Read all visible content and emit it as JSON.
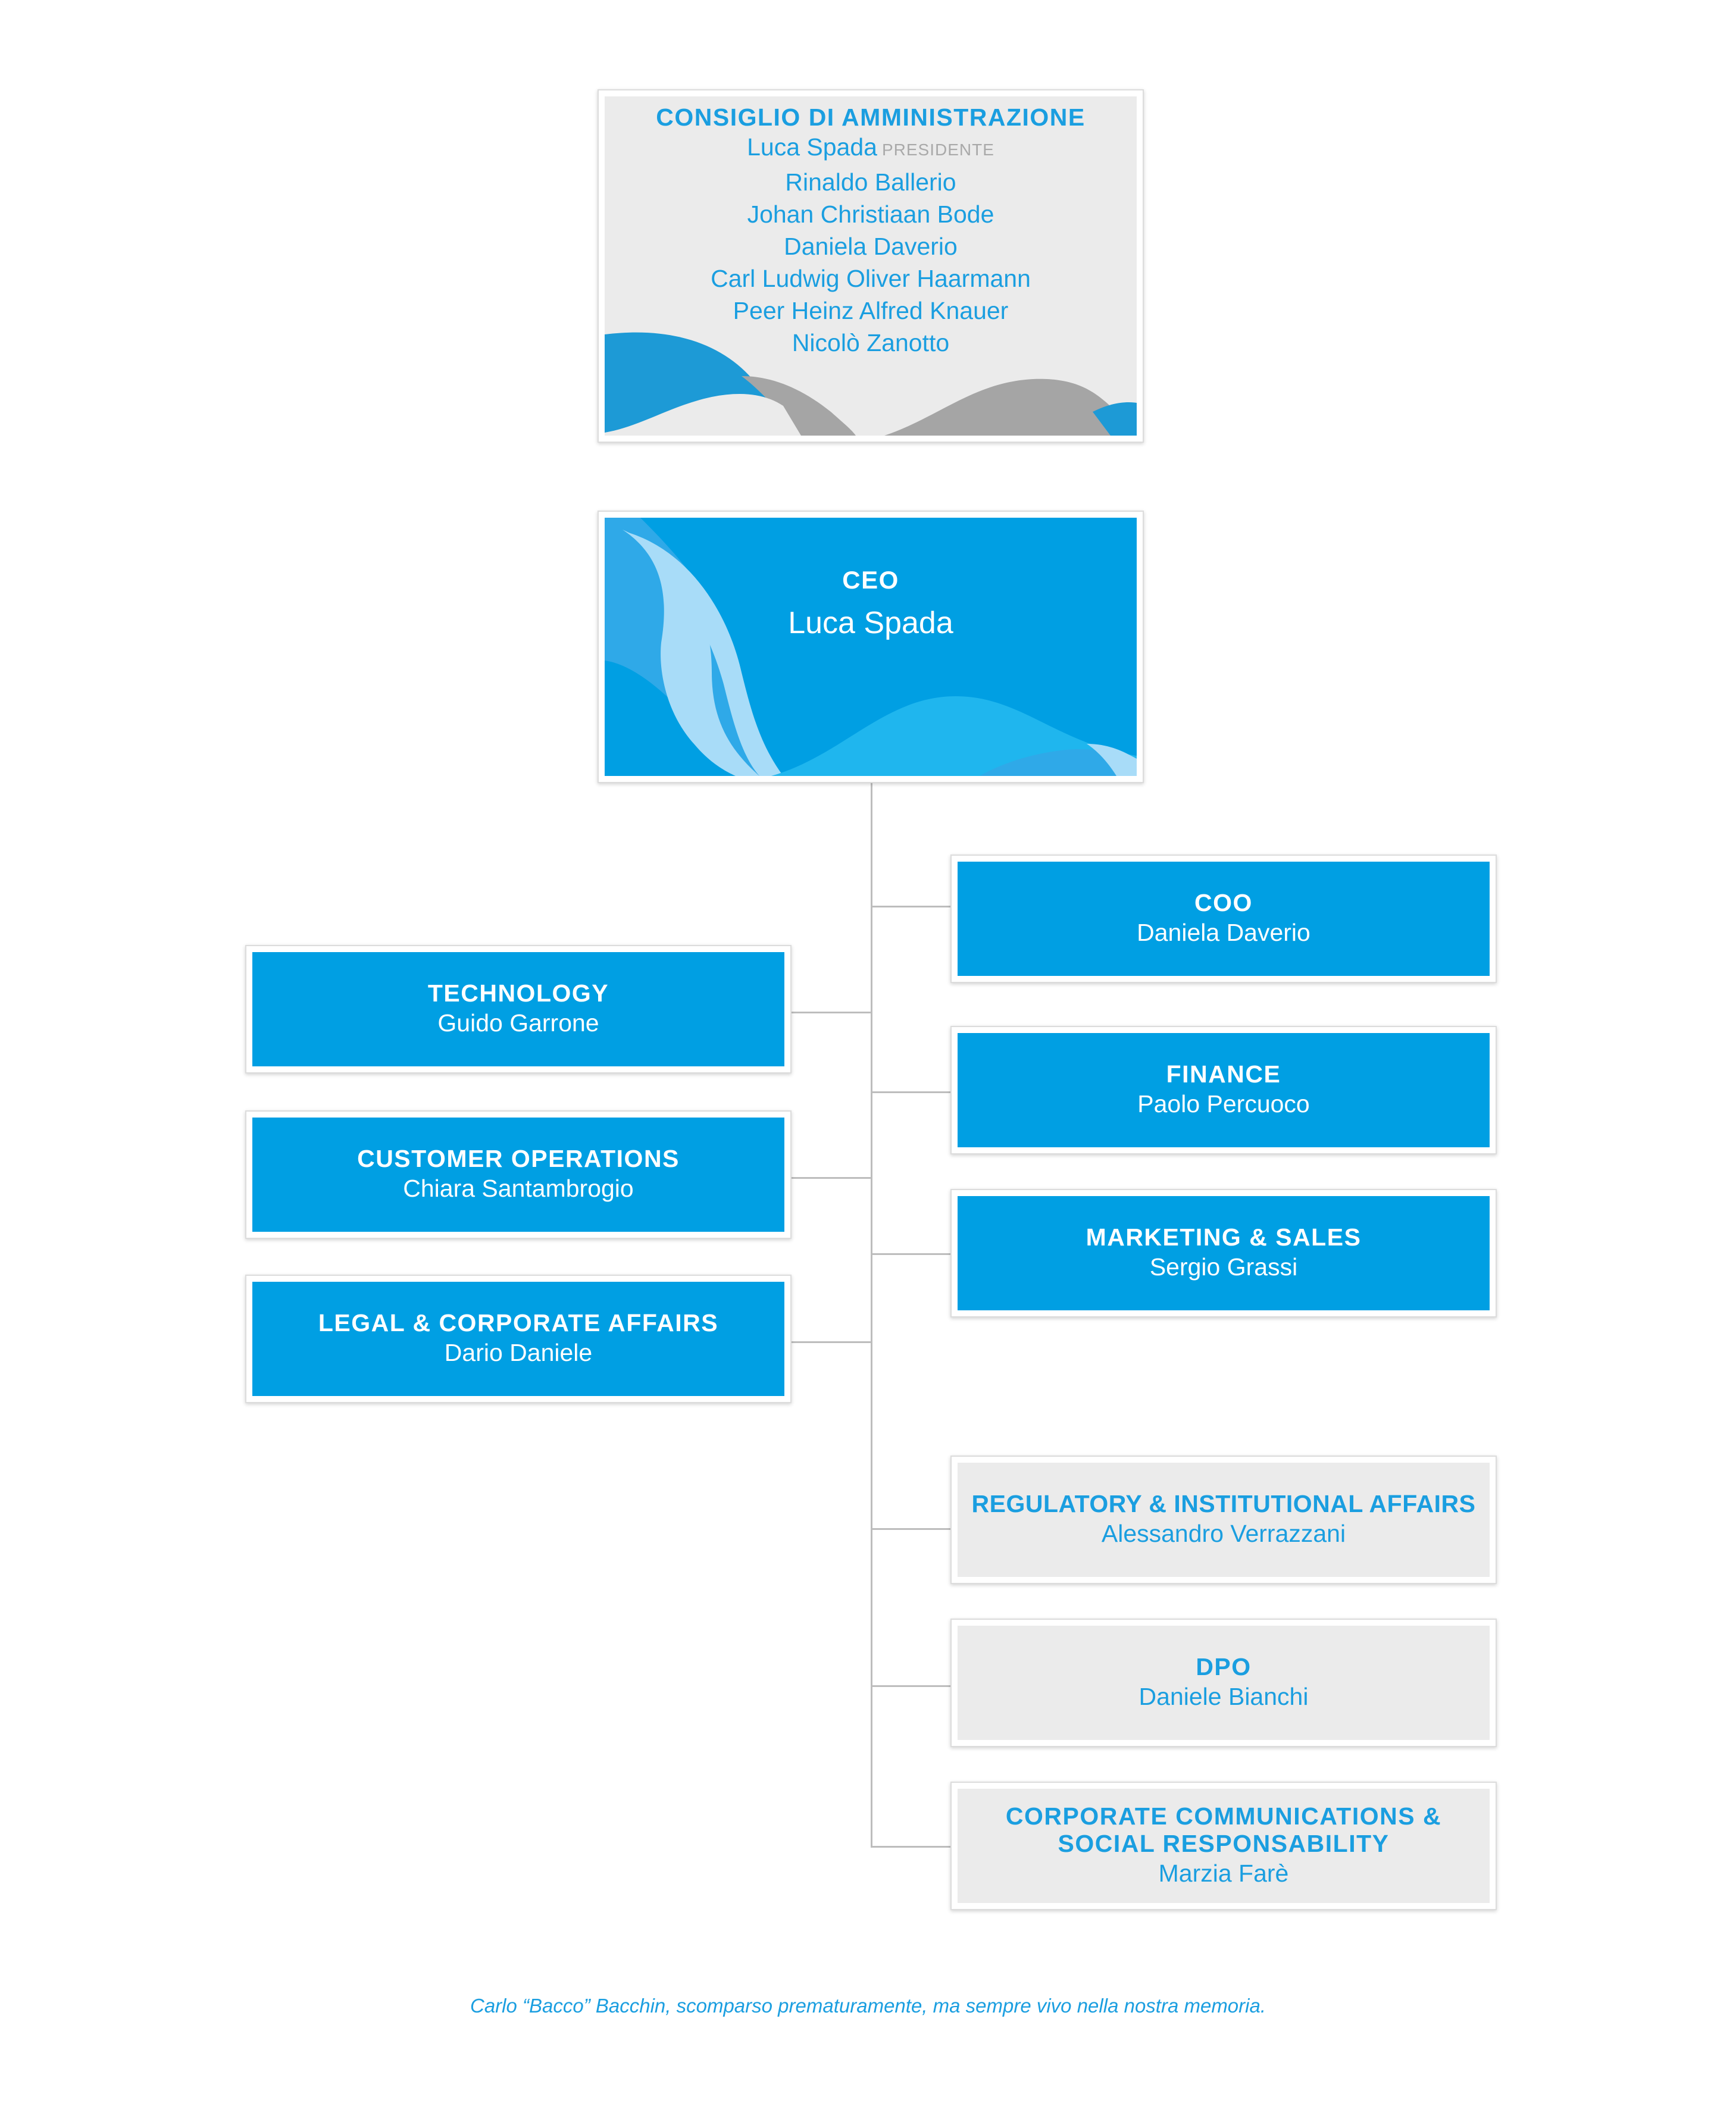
{
  "board": {
    "title": "CONSIGLIO DI  AMMINISTRAZIONE",
    "president": "Luca Spada",
    "president_role": "PRESIDENTE",
    "members": [
      "Rinaldo Ballerio",
      "Johan Christiaan Bode",
      "Daniela Daverio",
      "Carl Ludwig Oliver Haarmann",
      "Peer Heinz Alfred Knauer",
      "Nicolò Zanotto"
    ]
  },
  "ceo": {
    "title": "CEO",
    "name": "Luca Spada"
  },
  "left_units": [
    {
      "title": "TECHNOLOGY",
      "name": "Guido Garrone"
    },
    {
      "title": "CUSTOMER OPERATIONS",
      "name": "Chiara Santambrogio"
    },
    {
      "title": "LEGAL & CORPORATE AFFAIRS",
      "name": "Dario Daniele"
    }
  ],
  "right_units": [
    {
      "title": "COO",
      "name": "Daniela Daverio"
    },
    {
      "title": "FINANCE",
      "name": "Paolo Percuoco"
    },
    {
      "title": "MARKETING & SALES",
      "name": "Sergio Grassi"
    }
  ],
  "staff_units": [
    {
      "title": "REGULATORY & INSTITUTIONAL AFFAIRS",
      "name": "Alessandro Verrazzani"
    },
    {
      "title": "DPO",
      "name": "Daniele Bianchi"
    },
    {
      "title_line1": "CORPORATE COMMUNICATIONS &",
      "title_line2": "SOCIAL RESPONSABILITY",
      "name": "Marzia Farè"
    }
  ],
  "memorial": "Carlo “Bacco” Bacchin, scomparso prematuramente, ma sempre vivo nella nostra memoria.",
  "colors": {
    "primary_blue": "#009fe3",
    "light_grey": "#ebebeb",
    "text_blue": "#1a9ee0",
    "connector": "#bdbdbd"
  }
}
